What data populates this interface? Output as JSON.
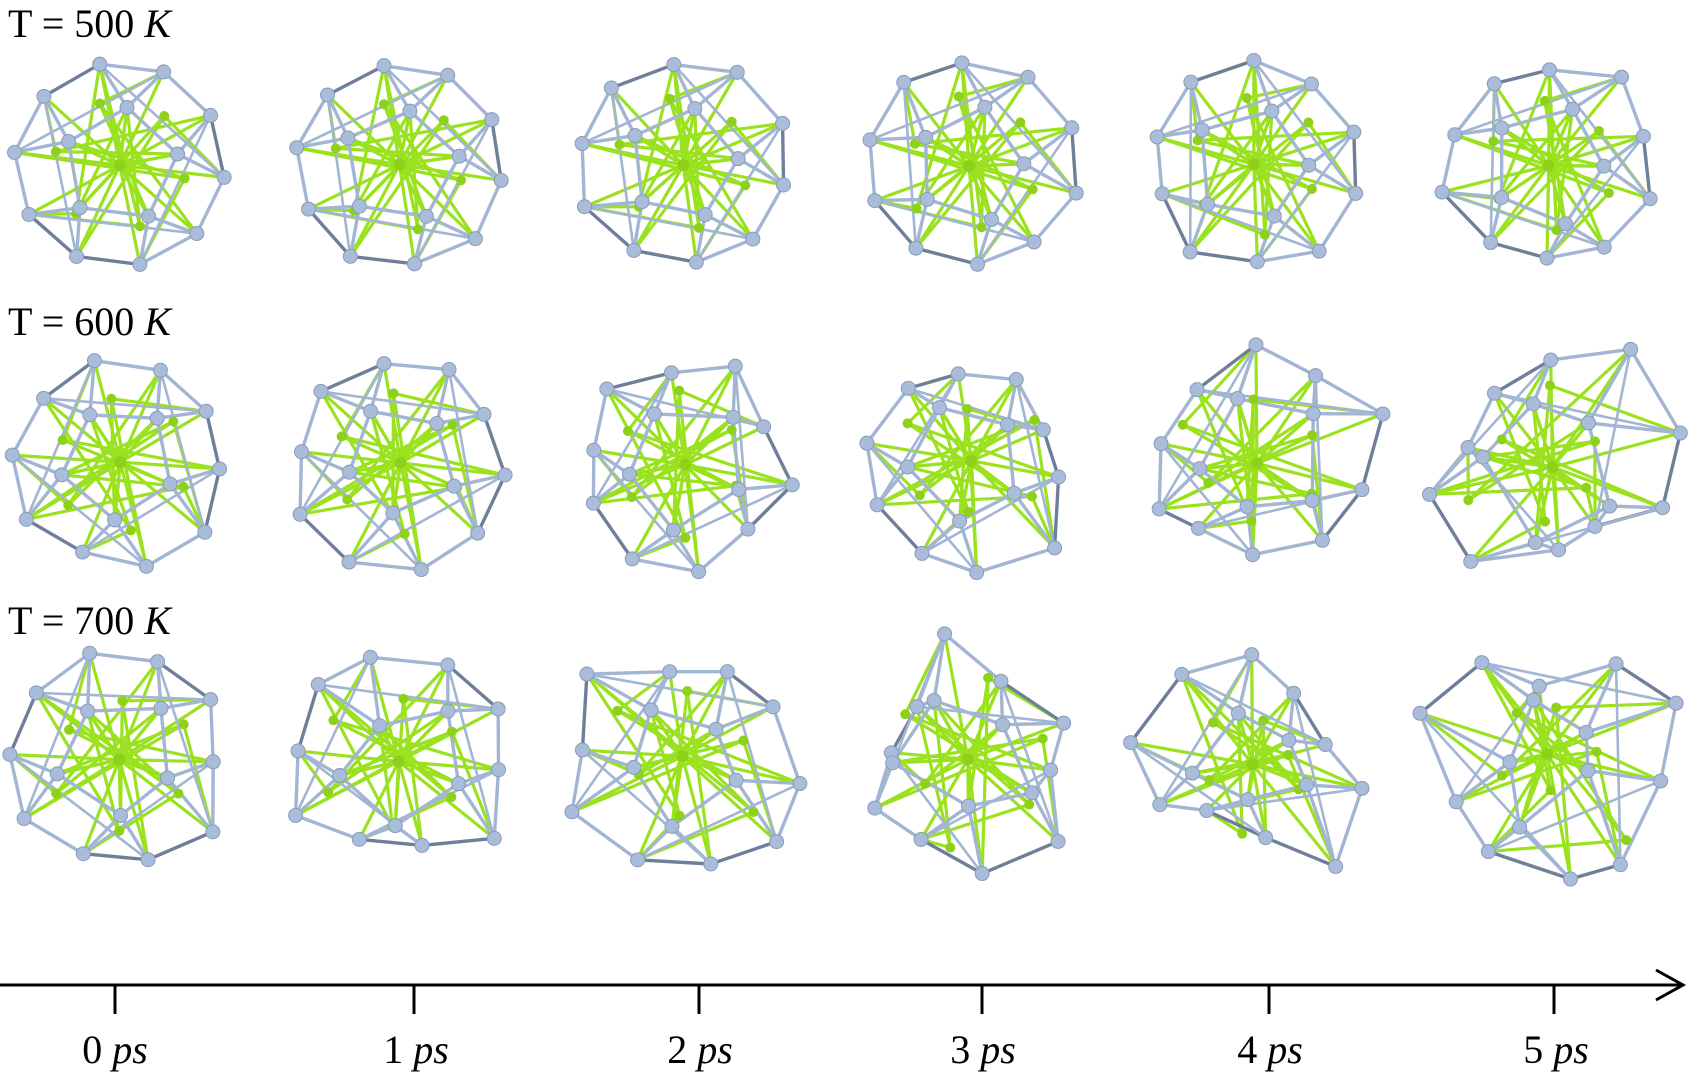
{
  "rows": [
    {
      "prefix": "T = 500",
      "unit": "K"
    },
    {
      "prefix": "T = 600",
      "unit": "K"
    },
    {
      "prefix": "T = 700",
      "unit": "K"
    }
  ],
  "time_axis": {
    "ticks": [
      {
        "value": "0",
        "unit": "ps"
      },
      {
        "value": "1",
        "unit": "ps"
      },
      {
        "value": "2",
        "unit": "ps"
      },
      {
        "value": "3",
        "unit": "ps"
      },
      {
        "value": "4",
        "unit": "ps"
      },
      {
        "value": "5",
        "unit": "ps"
      }
    ]
  },
  "colors": {
    "shell_atom": "#a9bcd9",
    "shell_bond": "#a2b5d2",
    "shell_bond_dark": "#6f7f99",
    "core_atom": "#8ed11a",
    "core_bond": "#9ae21f",
    "axis": "#000000"
  }
}
